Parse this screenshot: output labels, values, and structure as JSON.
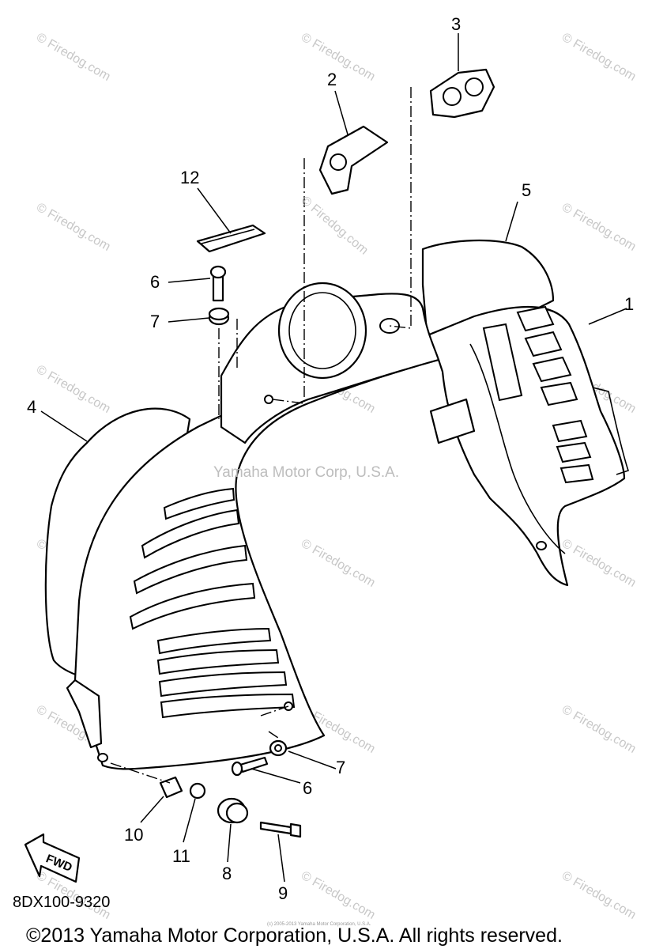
{
  "diagram": {
    "callouts": [
      "1",
      "2",
      "3",
      "4",
      "5",
      "6",
      "7",
      "12",
      "6",
      "7",
      "10",
      "11",
      "8",
      "9"
    ],
    "watermark_small": "© Firedog.com",
    "watermark_center": "Yamaha Motor Corp, U.S.A.",
    "diagram_code": "8DX100-9320",
    "fwd_label": "FWD",
    "copyright": "©2013 Yamaha Motor Corporation, U.S.A. All rights reserved.",
    "tiny_notice": "(c) 2005-2013 Yamaha Motor Corporation, U.S.A."
  }
}
